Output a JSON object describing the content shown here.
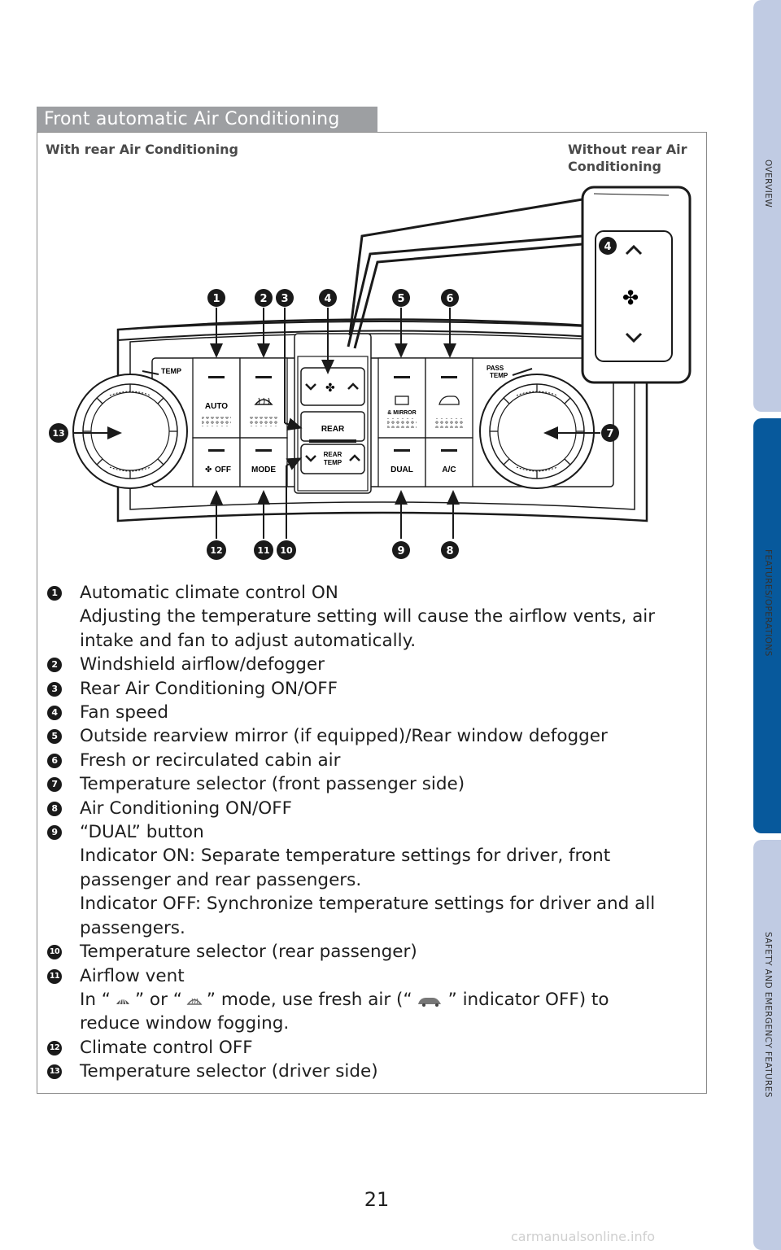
{
  "tabs": {
    "overview": "OVERVIEW",
    "features": "FEATURES/OPERATIONS",
    "safety": "SAFETY AND EMERGENCY FEATURES"
  },
  "section": {
    "title": "Front automatic Air Conditioning",
    "with_rear": "With rear Air Conditioning",
    "without_rear_line1": "Without rear Air",
    "without_rear_line2": "Conditioning"
  },
  "panel": {
    "temp": "TEMP",
    "pass": "PASS",
    "pass_temp": "TEMP",
    "auto": "AUTO",
    "mirror": "& MIRROR",
    "rear": "REAR",
    "rear_temp1": "REAR",
    "rear_temp2": "TEMP",
    "off": "OFF",
    "mode": "MODE",
    "dual": "DUAL",
    "ac": "A/C"
  },
  "callouts": {
    "n1": "1",
    "n2": "2",
    "n3": "3",
    "n4": "4",
    "n5": "5",
    "n6": "6",
    "n7": "7",
    "n8": "8",
    "n9": "9",
    "n10": "10",
    "n11": "11",
    "n12": "12",
    "n13": "13",
    "n4b": "4"
  },
  "legend": [
    {
      "num": "1",
      "lines": [
        "Automatic climate control ON",
        "Adjusting the temperature setting will cause the airflow vents, air",
        "intake and fan to adjust automatically."
      ]
    },
    {
      "num": "2",
      "lines": [
        "Windshield airflow/defogger"
      ]
    },
    {
      "num": "3",
      "lines": [
        "Rear Air Conditioning ON/OFF"
      ]
    },
    {
      "num": "4",
      "lines": [
        "Fan speed"
      ]
    },
    {
      "num": "5",
      "lines": [
        "Outside rearview mirror (if equipped)/Rear window defogger"
      ]
    },
    {
      "num": "6",
      "lines": [
        "Fresh or recirculated cabin air"
      ]
    },
    {
      "num": "7",
      "lines": [
        "Temperature selector (front passenger side)"
      ]
    },
    {
      "num": "8",
      "lines": [
        "Air Conditioning ON/OFF"
      ]
    },
    {
      "num": "9",
      "lines": [
        "“DUAL” button",
        "Indicator ON: Separate temperature settings for driver, front",
        "passenger and rear passengers.",
        "Indicator OFF: Synchronize temperature settings for driver and all",
        "passengers."
      ]
    },
    {
      "num": "10",
      "lines": [
        "Temperature selector (rear passenger)"
      ]
    },
    {
      "num": "11",
      "lines": [
        "Airflow vent"
      ]
    },
    {
      "num": "12",
      "lines": [
        "Climate control OFF"
      ]
    },
    {
      "num": "13",
      "lines": [
        "Temperature selector (driver side)"
      ]
    }
  ],
  "airflow_note": {
    "p1": "In “",
    "p2": "” or “",
    "p3": "” mode, use fresh air (“",
    "p4": "” indicator OFF) to",
    "line2": "reduce window fogging."
  },
  "page_number": "21",
  "watermark": "carmanualsonline.info"
}
